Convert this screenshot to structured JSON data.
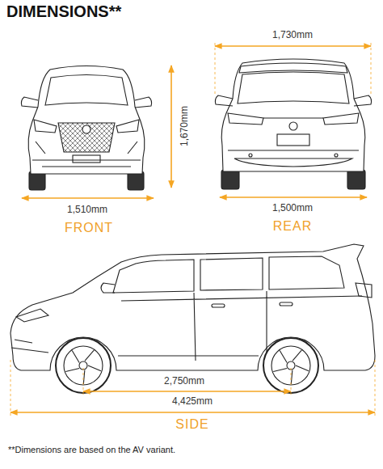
{
  "diagram": {
    "title": "DIMENSIONS**",
    "caption": "**Dimensions are based on the AV variant.",
    "labels": [
      "1,730mm",
      "1,670mm",
      "1,510mm",
      "FRONT",
      "1,500mm",
      "REAR",
      "2,750mm",
      "4,425mm",
      "SIDE"
    ]
  }
}
